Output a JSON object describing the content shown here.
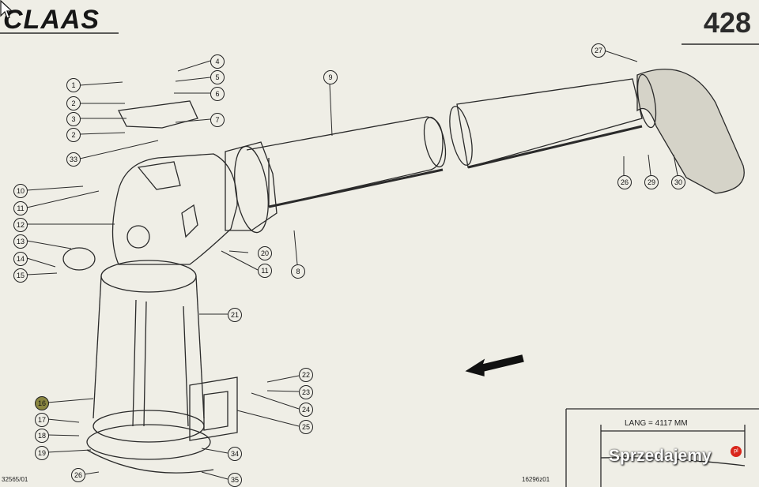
{
  "header": {
    "brand": "CLAAS",
    "page_number": "428"
  },
  "callouts": [
    "1",
    "2",
    "3",
    "2",
    "33",
    "4",
    "5",
    "6",
    "7",
    "10",
    "11",
    "12",
    "13",
    "14",
    "15",
    "16",
    "17",
    "18",
    "19",
    "26",
    "9",
    "27",
    "26",
    "29",
    "30",
    "20",
    "11",
    "8",
    "21",
    "22",
    "23",
    "24",
    "25",
    "34",
    "35"
  ],
  "references": {
    "left": "32565/01",
    "right": "16296z01"
  },
  "dimension": {
    "label": "LANG = 4117 MM"
  },
  "watermark": {
    "text": "Sprzedajemy",
    "badge": "pl"
  }
}
